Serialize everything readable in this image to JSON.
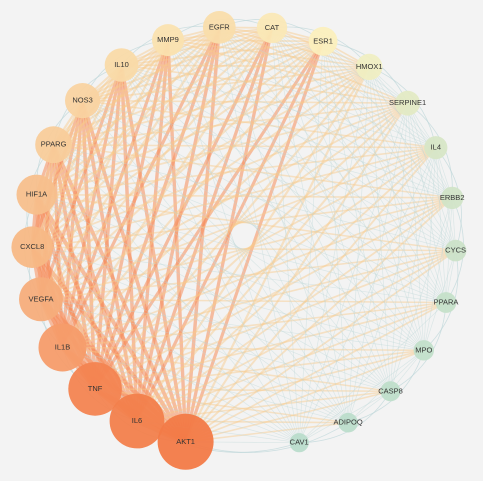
{
  "diagram": {
    "type": "circular network",
    "nodes": [
      {
        "id": "AKT1",
        "label": "AKT1",
        "degree": 1.0
      },
      {
        "id": "IL6",
        "label": "IL6",
        "degree": 0.97
      },
      {
        "id": "TNF",
        "label": "TNF",
        "degree": 0.94
      },
      {
        "id": "IL1B",
        "label": "IL1B",
        "degree": 0.8
      },
      {
        "id": "VEGFA",
        "label": "VEGFA",
        "degree": 0.7
      },
      {
        "id": "CXCL8",
        "label": "CXCL8",
        "degree": 0.64
      },
      {
        "id": "HIF1A",
        "label": "HIF1A",
        "degree": 0.6
      },
      {
        "id": "PPARG",
        "label": "PPARG",
        "degree": 0.52
      },
      {
        "id": "NOS3",
        "label": "NOS3",
        "degree": 0.48
      },
      {
        "id": "IL10",
        "label": "IL10",
        "degree": 0.44
      },
      {
        "id": "MMP9",
        "label": "MMP9",
        "degree": 0.4
      },
      {
        "id": "EGFR",
        "label": "EGFR",
        "degree": 0.42
      },
      {
        "id": "CAT",
        "label": "CAT",
        "degree": 0.36
      },
      {
        "id": "ESR1",
        "label": "ESR1",
        "degree": 0.32
      },
      {
        "id": "HMOX1",
        "label": "HMOX1",
        "degree": 0.26
      },
      {
        "id": "SERPINE1",
        "label": "SERPINE1",
        "degree": 0.22
      },
      {
        "id": "IL4",
        "label": "IL4",
        "degree": 0.18
      },
      {
        "id": "ERBB2",
        "label": "ERBB2",
        "degree": 0.16
      },
      {
        "id": "CYCS",
        "label": "CYCS",
        "degree": 0.14
      },
      {
        "id": "PPARA",
        "label": "PPARA",
        "degree": 0.12
      },
      {
        "id": "MPO",
        "label": "MPO",
        "degree": 0.11
      },
      {
        "id": "CASP8",
        "label": "CASP8",
        "degree": 0.1
      },
      {
        "id": "ADIPOQ",
        "label": "ADIPOQ",
        "degree": 0.09
      },
      {
        "id": "CAV1",
        "label": "CAV1",
        "degree": 0.08
      }
    ],
    "colors": {
      "background": "#f3f3f3",
      "node_low": "#b9dccb",
      "node_mid": "#fbf2c0",
      "node_high": "#f27a47",
      "edge_strong": "#f58c5a",
      "edge_mid": "#f9c98a",
      "edge_weak": "#bcd6d8"
    }
  }
}
